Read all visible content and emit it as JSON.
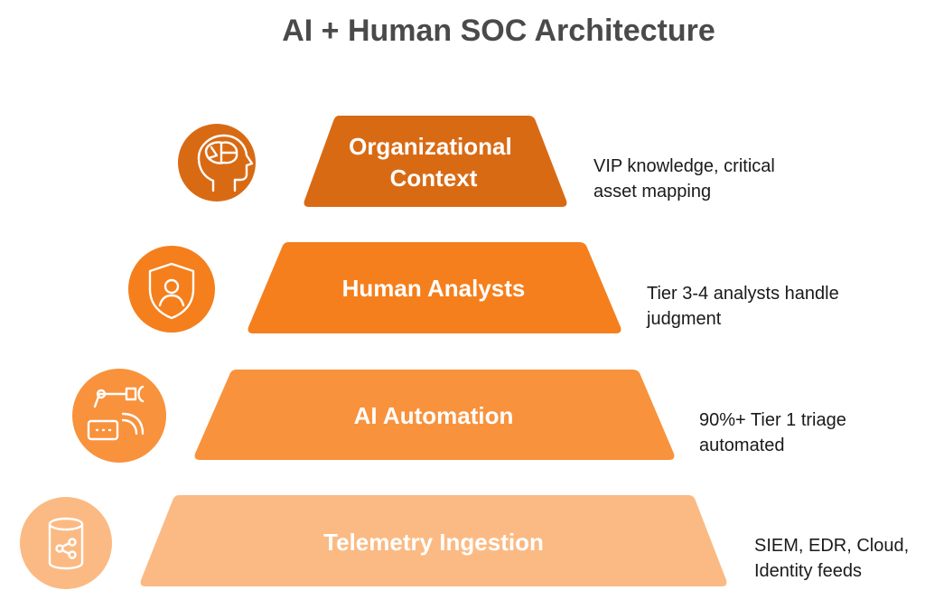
{
  "title": "AI + Human SOC Architecture",
  "tiers": [
    {
      "label_lines": [
        "Organizational",
        "Context"
      ],
      "description_lines": [
        "VIP knowledge, critical",
        "asset mapping"
      ],
      "icon": "brain-head-icon",
      "color": "#D96A14"
    },
    {
      "label_lines": [
        "Human Analysts"
      ],
      "description_lines": [
        "Tier 3-4 analysts handle",
        "judgment"
      ],
      "icon": "shield-user-icon",
      "color": "#F57F1C"
    },
    {
      "label_lines": [
        "AI Automation"
      ],
      "description_lines": [
        "90%+ Tier 1 triage",
        "automated"
      ],
      "icon": "robot-arm-icon",
      "color": "#F8923D"
    },
    {
      "label_lines": [
        "Telemetry Ingestion"
      ],
      "description_lines": [
        "SIEM, EDR, Cloud,",
        "Identity feeds"
      ],
      "icon": "database-network-icon",
      "color": "#FBBA83"
    }
  ]
}
